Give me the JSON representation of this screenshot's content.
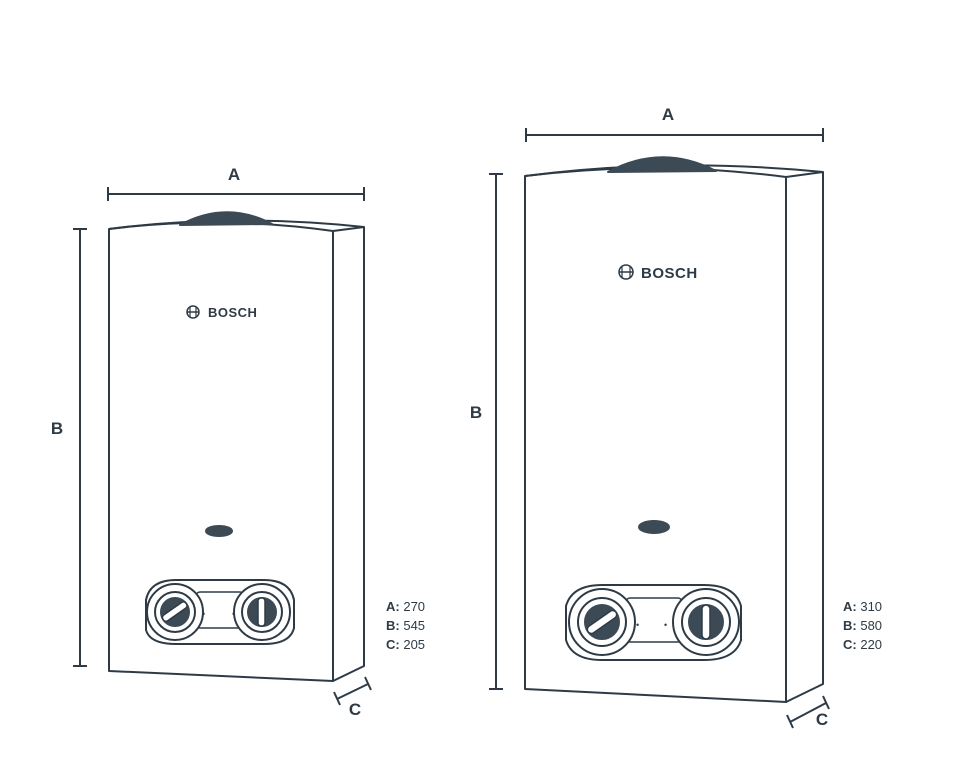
{
  "colors": {
    "line": "#2e3b46",
    "fill": "#ffffff",
    "accent": "#3c4a56"
  },
  "heaters": [
    {
      "brand": "BOSCH",
      "labels": {
        "a": "A",
        "b": "B",
        "c": "C"
      },
      "specs": [
        {
          "key": "A:",
          "value": "270"
        },
        {
          "key": "B:",
          "value": "545"
        },
        {
          "key": "C:",
          "value": "205"
        }
      ]
    },
    {
      "brand": "BOSCH",
      "labels": {
        "a": "A",
        "b": "B",
        "c": "C"
      },
      "specs": [
        {
          "key": "A:",
          "value": "310"
        },
        {
          "key": "B:",
          "value": "580"
        },
        {
          "key": "C:",
          "value": "220"
        }
      ]
    }
  ]
}
